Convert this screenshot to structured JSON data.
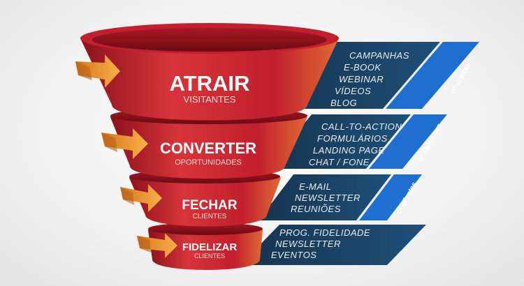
{
  "colors": {
    "funnel_light": "#e2443a",
    "funnel_mid": "#bf1e2d",
    "funnel_dark": "#7d0f19",
    "funnel_rim": "#8f141f",
    "arrow_light": "#f6a33f",
    "arrow_dark": "#d6761c",
    "panel_dark": "#16344f",
    "panel_mid": "#1e4d73",
    "accent_blue": "#1f6fd1",
    "text_light": "#e9eef4"
  },
  "stages": [
    {
      "title": "ATRAIR",
      "subtitle": "VISITANTES",
      "items": [
        "CAMPANHAS",
        "E-BOOK",
        "WEBINAR",
        "VÍDEOS",
        "BLOG"
      ],
      "metric": "nº visitas"
    },
    {
      "title": "CONVERTER",
      "subtitle": "OPORTUNIDADES",
      "items": [
        "CALL-TO-ACTION",
        "FORMULÁRIOS",
        "LANDING PAGE",
        "CHAT / FONE"
      ],
      "metric": "nº cadastros"
    },
    {
      "title": "FECHAR",
      "subtitle": "CLIENTES",
      "items": [
        "E-MAIL",
        "NEWSLETTER",
        "REUNIÕES"
      ],
      "metric": "nº clientes"
    },
    {
      "title": "FIDELIZAR",
      "subtitle": "CLIENTES",
      "items": [
        "PROG. FIDELIDADE",
        "NEWSLETTER",
        "EVENTOS"
      ],
      "metric": ""
    }
  ]
}
